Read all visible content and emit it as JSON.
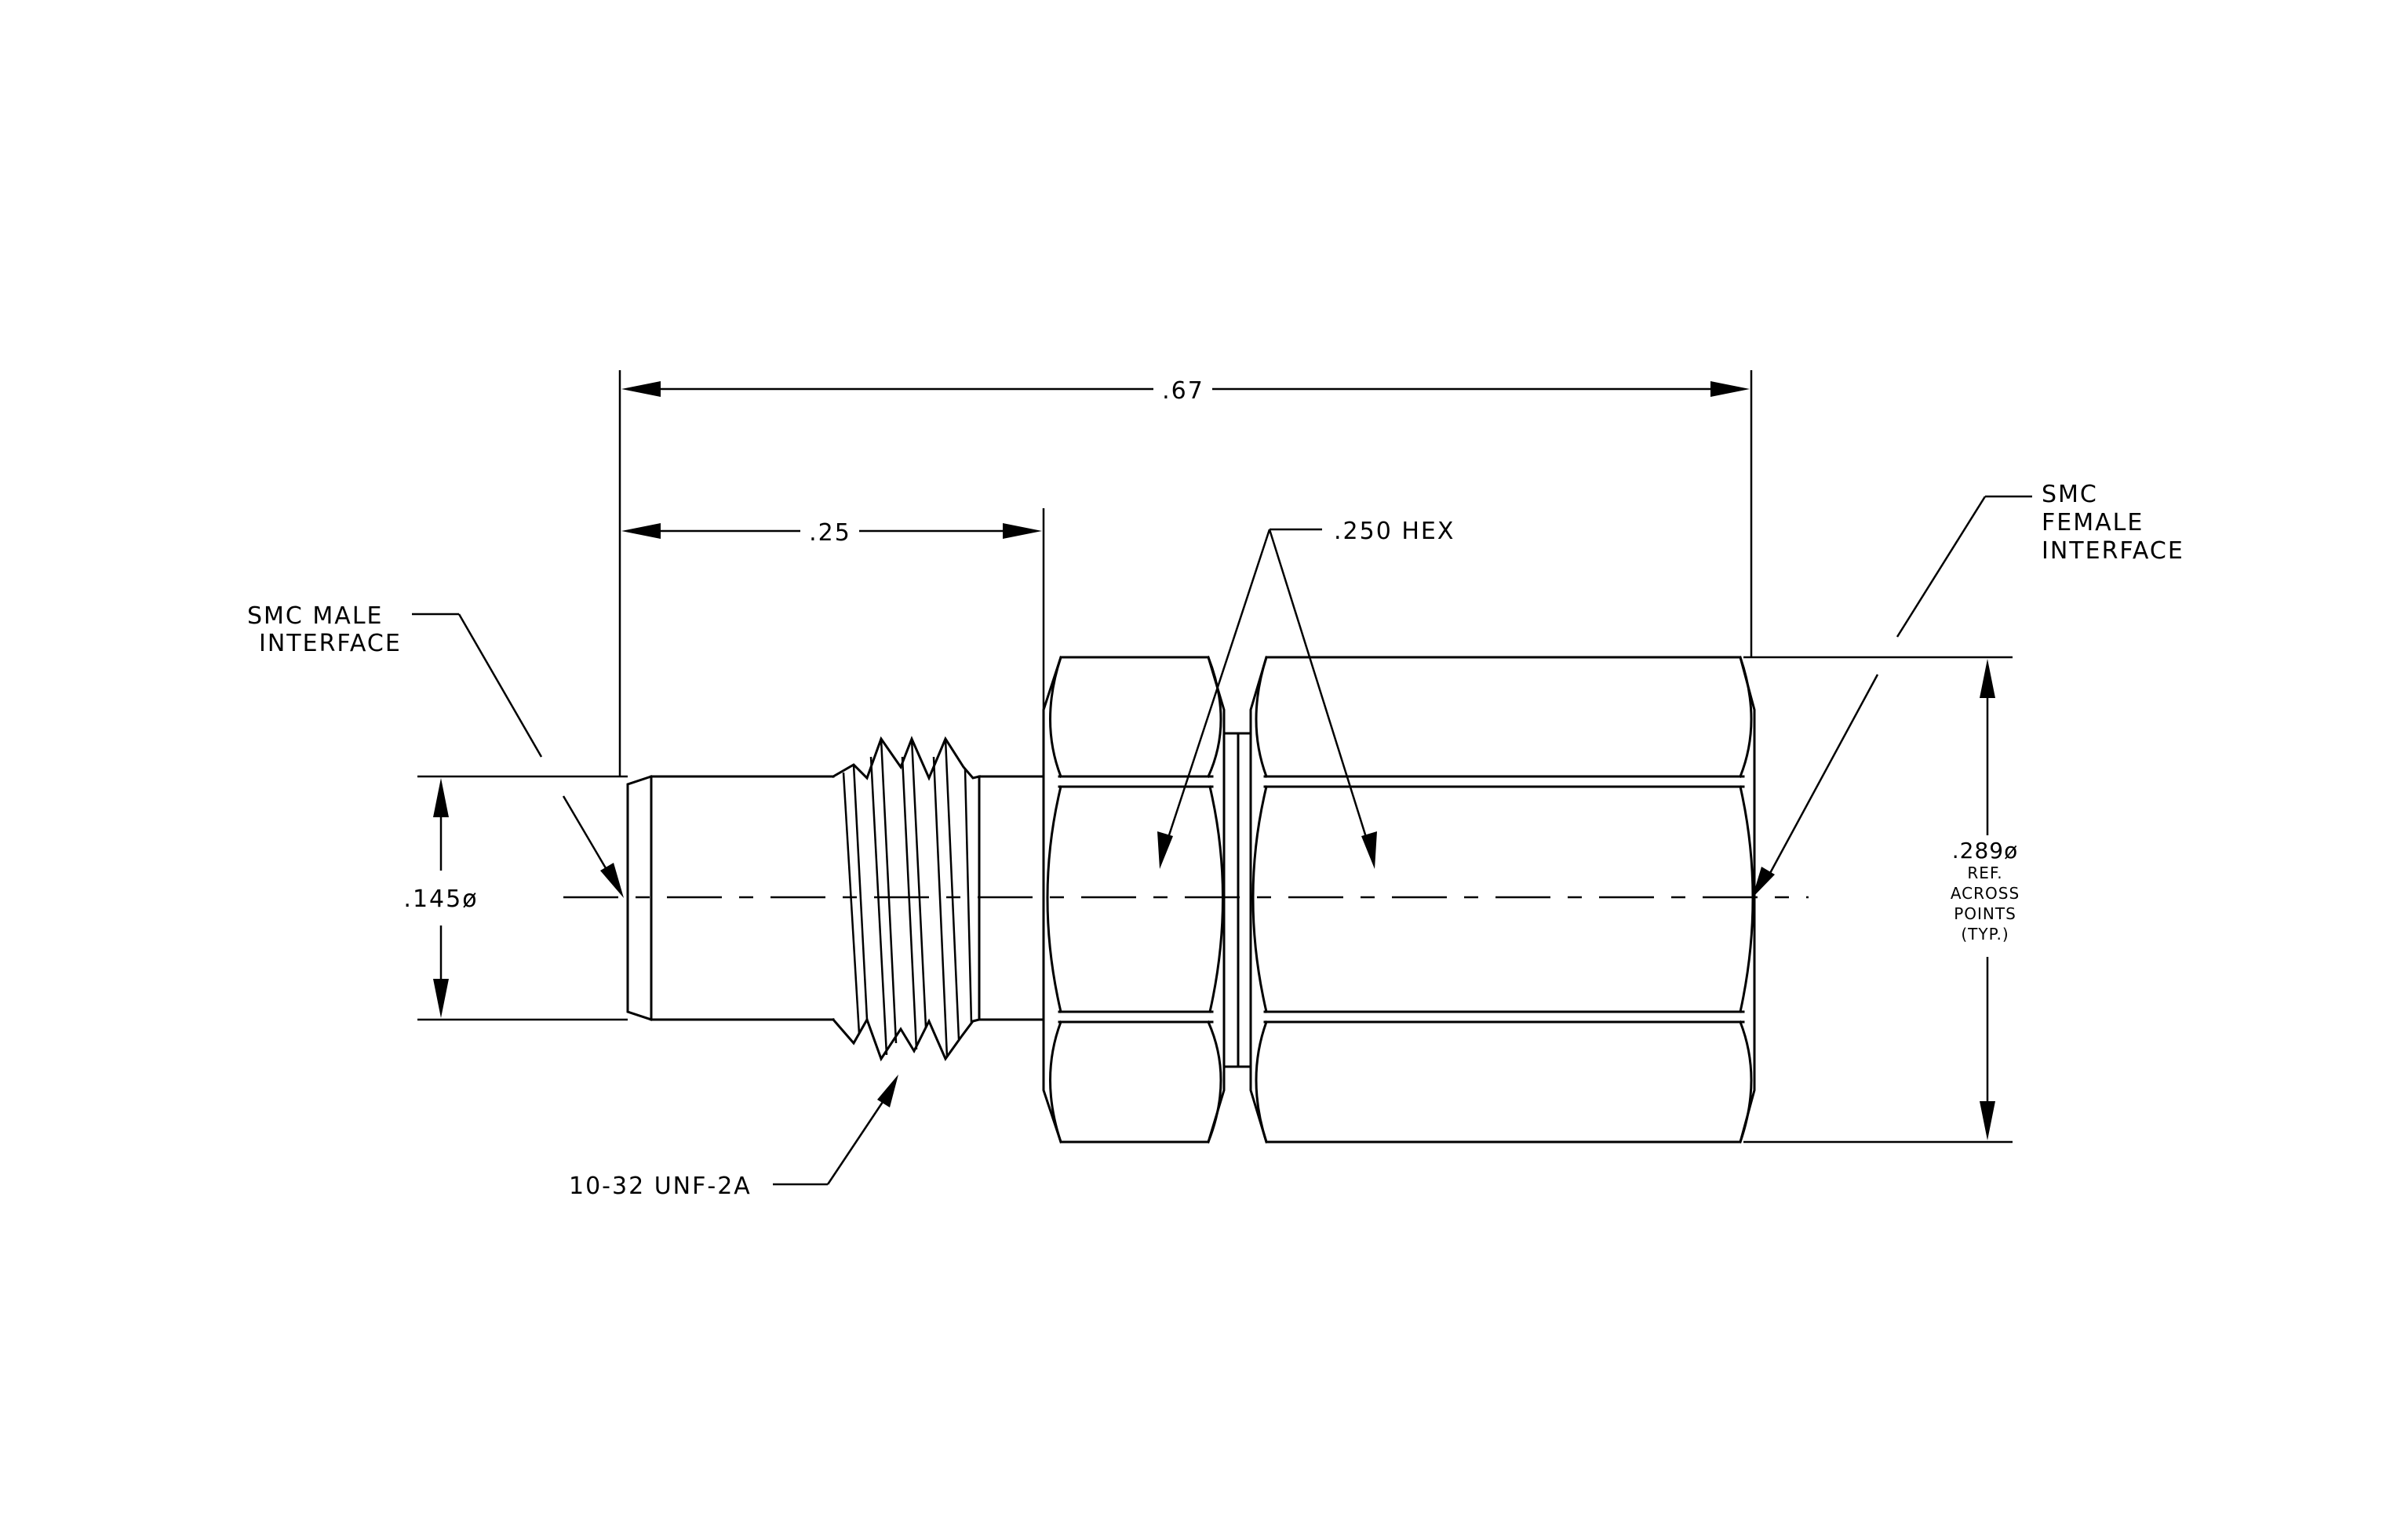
{
  "dimensions": {
    "overall_length": ".67",
    "male_length": ".25",
    "male_diameter": ".145ø",
    "hex_size": ".250 HEX",
    "hex_points": ".289ø",
    "hex_points_note": [
      "REF.",
      "ACROSS",
      "POINTS",
      "(TYP.)"
    ]
  },
  "callouts": {
    "male_interface": [
      "SMC MALE",
      "INTERFACE"
    ],
    "female_interface": [
      "SMC",
      "FEMALE",
      "INTERFACE"
    ],
    "thread": "10-32 UNF-2A"
  }
}
